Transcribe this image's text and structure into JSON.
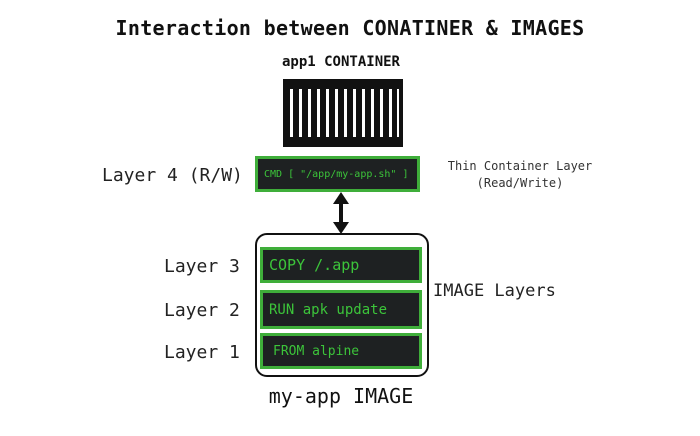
{
  "title": "Interaction between CONATINER & IMAGES",
  "container": {
    "label": "app1 CONTAINER",
    "icon": "shipping-container-icon"
  },
  "writable_layer": {
    "label": "Layer 4 (R/W)",
    "content": "CMD [ \"/app/my-app.sh\" ]",
    "description_line1": "Thin Container Layer",
    "description_line2": "(Read/Write)"
  },
  "arrow_icon": "double-arrow-vertical-icon",
  "image": {
    "layers_label": "IMAGE Layers",
    "name": "my-app IMAGE",
    "layers": [
      {
        "label": "Layer 3",
        "content": "COPY /.app"
      },
      {
        "label": "Layer 2",
        "content": "RUN apk update"
      },
      {
        "label": "Layer 1",
        "content": "FROM alpine"
      }
    ]
  },
  "colors": {
    "box_fill": "#1e2122",
    "box_border": "#3fae3a",
    "box_text": "#3cc43a"
  }
}
